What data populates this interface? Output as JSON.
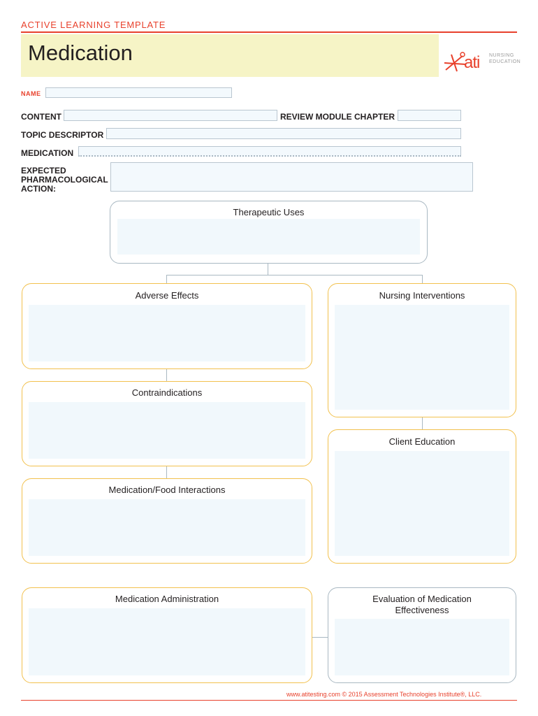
{
  "header": {
    "label": "ACTIVE LEARNING TEMPLATE",
    "title": "Medication",
    "logo_text": "ati",
    "logo_line1": "NURSING",
    "logo_line2": "EDUCATION",
    "accent": "#e8412c",
    "band_color": "#f6f4c6"
  },
  "fields": {
    "name_label": "NAME",
    "content_label": "CONTENT",
    "review_label": "REVIEW MODULE CHAPTER",
    "topic_label": "TOPIC DESCRIPTOR",
    "medication_label": "MEDICATION",
    "expected_line1": "EXPECTED",
    "expected_line2": "PHARMACOLOGICAL",
    "expected_line3": "ACTION:"
  },
  "sections": {
    "therapeutic_uses": "Therapeutic Uses",
    "adverse_effects": "Adverse Effects",
    "nursing_interventions": "Nursing Interventions",
    "contraindications": "Contraindications",
    "client_education": "Client Education",
    "med_food": "Medication/Food Interactions",
    "med_admin": "Medication Administration",
    "evaluation_line1": "Evaluation of Medication",
    "evaluation_line2": "Effectiveness"
  },
  "footer": {
    "text": "www.atitesting.com    © 2015 Assessment Technologies Institute®, LLC."
  },
  "colors": {
    "box_yellow": "#f2c14e",
    "box_gray": "#a9b8c2",
    "field_fill": "#f3f9fd"
  }
}
